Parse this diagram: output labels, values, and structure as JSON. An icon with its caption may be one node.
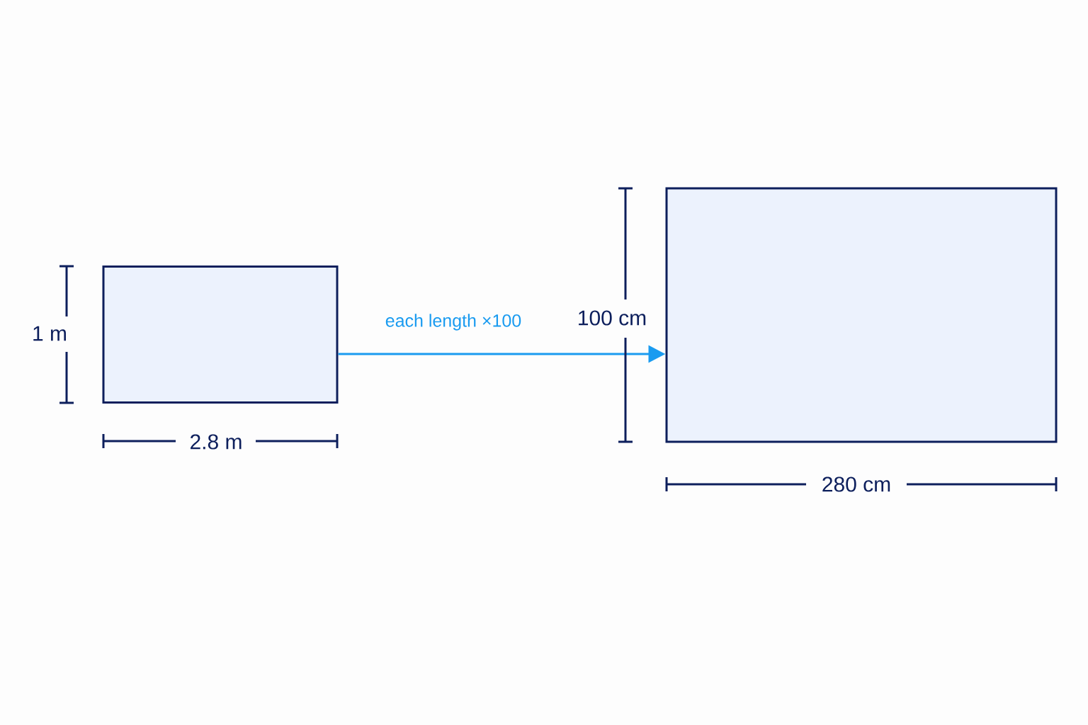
{
  "diagram": {
    "nodes": [
      {
        "text": [],
        "shape": "box"
      },
      {
        "text": [],
        "shape": "box"
      }
    ],
    "edges": [
      {
        "from": 0,
        "to": 1,
        "arrow": "to",
        "label": "each length ×100",
        "color": "#1a9bf0"
      }
    ],
    "labels": [
      "1 m",
      "2.8 m",
      "100 cm",
      "280 cm"
    ]
  }
}
